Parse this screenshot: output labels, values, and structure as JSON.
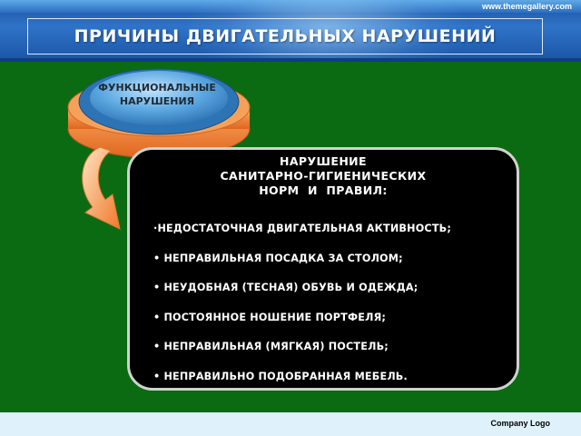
{
  "header": {
    "site_url": "www.themegallery.com",
    "title": "ПРИЧИНЫ ДВИГАТЕЛЬНЫХ НАРУШЕНИЙ"
  },
  "diagram": {
    "disk_label": "ФУНКЦИОНАЛЬНЫЕ\nНАРУШЕНИЯ",
    "arrow_icon": "curved-arrow-icon",
    "panel": {
      "heading": "НАРУШЕНИЕ\nСАНИТАРНО-ГИГИЕНИЧЕСКИХ\nНОРМ  И  ПРАВИЛ:",
      "items": [
        "·НЕДОСТАТОЧНАЯ ДВИГАТЕЛЬНАЯ АКТИВНОСТЬ;",
        "• НЕПРАВИЛЬНАЯ ПОСАДКА ЗА СТОЛОМ;",
        "• НЕУДОБНАЯ (ТЕСНАЯ) ОБУВЬ И ОДЕЖДА;",
        "• ПОСТОЯННОЕ НОШЕНИЕ ПОРТФЕЛЯ;",
        "• НЕПРАВИЛЬНАЯ (МЯГКАЯ) ПОСТЕЛЬ;",
        "• НЕПРАВИЛЬНО ПОДОБРАННАЯ МЕБЕЛЬ."
      ]
    }
  },
  "footer": {
    "company_logo": "Company Logo"
  },
  "colors": {
    "background": "#0b6b12",
    "header_blue": "#2f73c8",
    "disk_blue": "#3a86c6",
    "disk_orange": "#f08a3c",
    "panel": "#000000",
    "footer": "#dff2fb"
  }
}
